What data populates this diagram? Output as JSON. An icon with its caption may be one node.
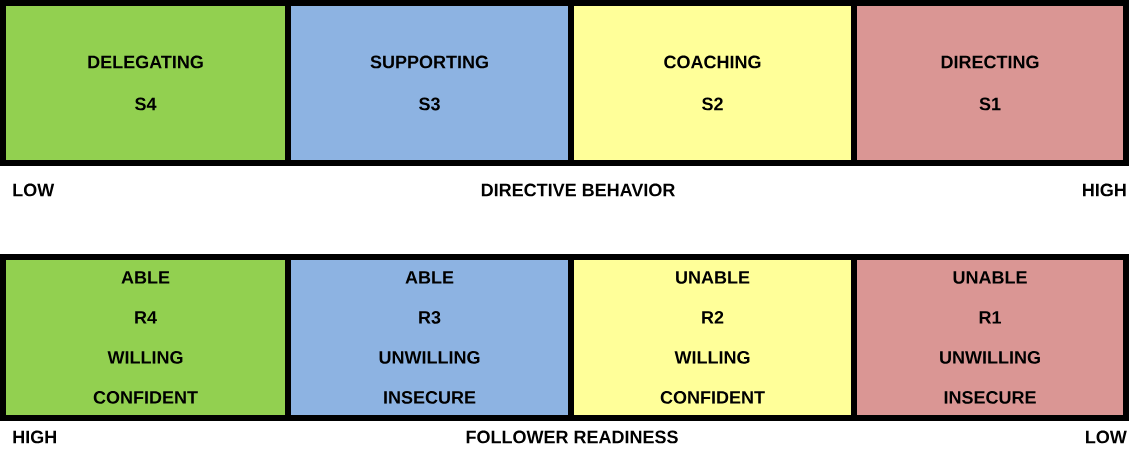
{
  "diagram": {
    "nodes": [
      {
        "text": [
          "DELEGATING",
          "S4"
        ]
      },
      {
        "text": [
          "SUPPORTING",
          "S3"
        ]
      },
      {
        "text": [
          "COACHING",
          "S2"
        ]
      },
      {
        "text": [
          "DIRECTING",
          "S1"
        ]
      },
      {
        "text": [
          "ABLE",
          "R4",
          "WILLING",
          "CONFIDENT"
        ]
      },
      {
        "text": [
          "ABLE",
          "R3",
          "UNWILLING",
          "INSECURE"
        ]
      },
      {
        "text": [
          "UNABLE",
          "R2",
          "WILLING",
          "CONFIDENT"
        ]
      },
      {
        "text": [
          "UNABLE",
          "R1",
          "UNWILLING",
          "INSECURE"
        ]
      }
    ],
    "labels": [
      "LOW",
      "DIRECTIVE BEHAVIOR",
      "HIGH",
      "HIGH",
      "FOLLOWER READINESS",
      "LOW"
    ]
  }
}
